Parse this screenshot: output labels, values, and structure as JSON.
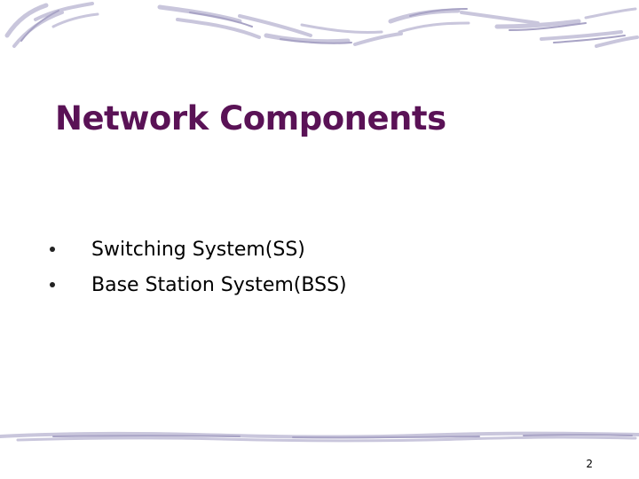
{
  "slide": {
    "title": "Network Components",
    "bullets": [
      "Switching System(SS)",
      "Base Station System(BSS)"
    ],
    "page_number": "2"
  },
  "theme": {
    "title_color": "#5a1256",
    "decoration_color": "#c9c6dc",
    "decoration_dark": "#a8a3c5"
  }
}
